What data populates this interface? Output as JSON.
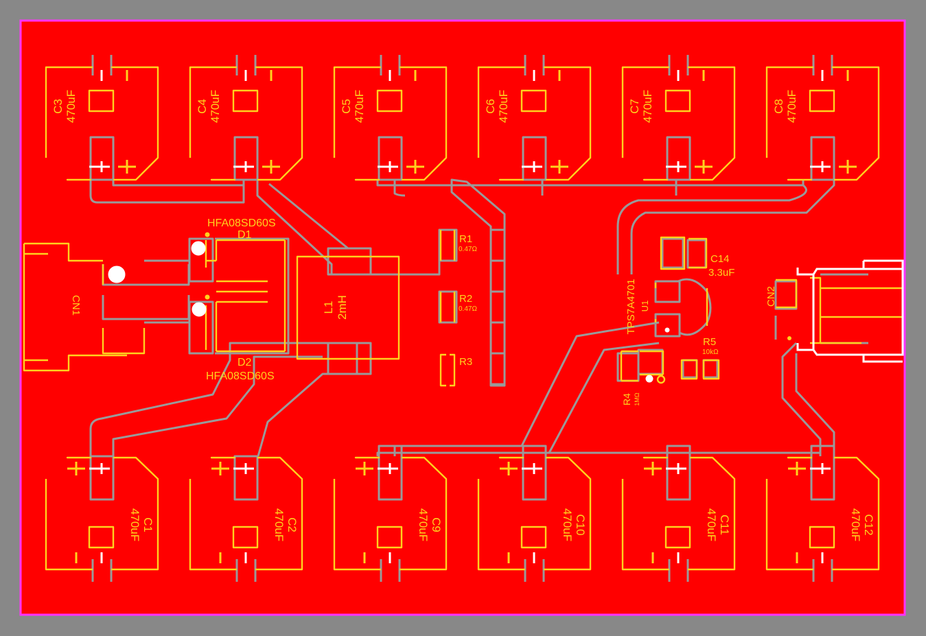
{
  "colors": {
    "background": "#888888",
    "board": "#ff0000",
    "outline": "#ff33ff",
    "silkscreen": "#ffd21e",
    "trace_outline": "#9a9a9a",
    "marker": "#ffffff"
  },
  "labels": {
    "c1": {
      "ref": "C1",
      "val": "470uF"
    },
    "c2": {
      "ref": "C2",
      "val": "470uF"
    },
    "c3": {
      "ref": "C3",
      "val": "470uF"
    },
    "c4": {
      "ref": "C4",
      "val": "470uF"
    },
    "c5": {
      "ref": "C5",
      "val": "470uF"
    },
    "c6": {
      "ref": "C6",
      "val": "470uF"
    },
    "c7": {
      "ref": "C7",
      "val": "470uF"
    },
    "c8": {
      "ref": "C8",
      "val": "470uF"
    },
    "c9": {
      "ref": "C9",
      "val": "470uF"
    },
    "c10": {
      "ref": "C10",
      "val": "470uF"
    },
    "c11": {
      "ref": "C11",
      "val": "470uF"
    },
    "c12": {
      "ref": "C12",
      "val": "470uF"
    },
    "c14": {
      "ref": "C14",
      "val": "3.3uF"
    },
    "d1": {
      "ref": "D1",
      "part": "HFA08SD60S"
    },
    "d2": {
      "ref": "D2",
      "part": "HFA08SD60S"
    },
    "l1": {
      "ref": "L1",
      "val": "2mH"
    },
    "r1": {
      "ref": "R1",
      "val": "0.47Ω"
    },
    "r2": {
      "ref": "R2",
      "val": "0.47Ω"
    },
    "r3": {
      "ref": "R3"
    },
    "r4": {
      "ref": "R4",
      "val": "1MΩ"
    },
    "r5": {
      "ref": "R5",
      "val": "10kΩ"
    },
    "u1": {
      "ref": "U1",
      "part": "TPS7A4701"
    },
    "cn1": {
      "ref": "CN1"
    },
    "cn2": {
      "ref": "CN2"
    }
  }
}
